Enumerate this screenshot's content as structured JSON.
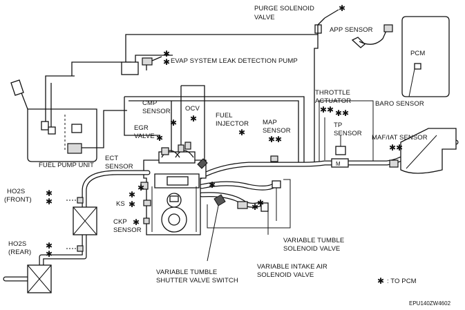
{
  "labels": {
    "purge_solenoid_valve": [
      "PURGE SOLENOID",
      "VALVE"
    ],
    "app_sensor": "APP SENSOR",
    "pcm": "PCM",
    "evap_pump": "EVAP SYSTEM LEAK DETECTION PUMP",
    "baro_sensor": "BARO SENSOR",
    "throttle_actuator": [
      "THROTTLE",
      "ACTUATOR"
    ],
    "tp_sensor": [
      "TP",
      "SENSOR"
    ],
    "cmp_sensor": [
      "CMP",
      "SENSOR"
    ],
    "ocv": "OCV",
    "fuel_injector": [
      "FUEL",
      "INJECTOR"
    ],
    "map_sensor": [
      "MAP",
      "SENSOR"
    ],
    "maf_iat_sensor": "MAF/IAT SENSOR",
    "egr_valve": [
      "EGR",
      "VALVE"
    ],
    "fuel_pump_unit": "FUEL PUMP UNIT",
    "ect_sensor": [
      "ECT",
      "SENSOR"
    ],
    "ho2s_front": [
      "HO2S",
      "(FRONT)"
    ],
    "ks": "KS",
    "ckp_sensor": [
      "CKP",
      "SENSOR"
    ],
    "ho2s_rear": [
      "HO2S",
      "(REAR)"
    ],
    "variable_tumble_solenoid": [
      "VARIABLE TUMBLE",
      "SOLENOID VALVE"
    ],
    "variable_intake_air_solenoid": [
      "VARIABLE INTAKE AIR",
      "SOLENOID VALVE"
    ],
    "variable_tumble_shutter_switch": [
      "VARIABLE TUMBLE",
      "SHUTTER VALVE SWITCH"
    ],
    "legend_to_pcm": ": TO PCM",
    "figure_code": "EPU140ZW4602"
  },
  "symbols": {
    "to_pcm_mark": "✱"
  }
}
